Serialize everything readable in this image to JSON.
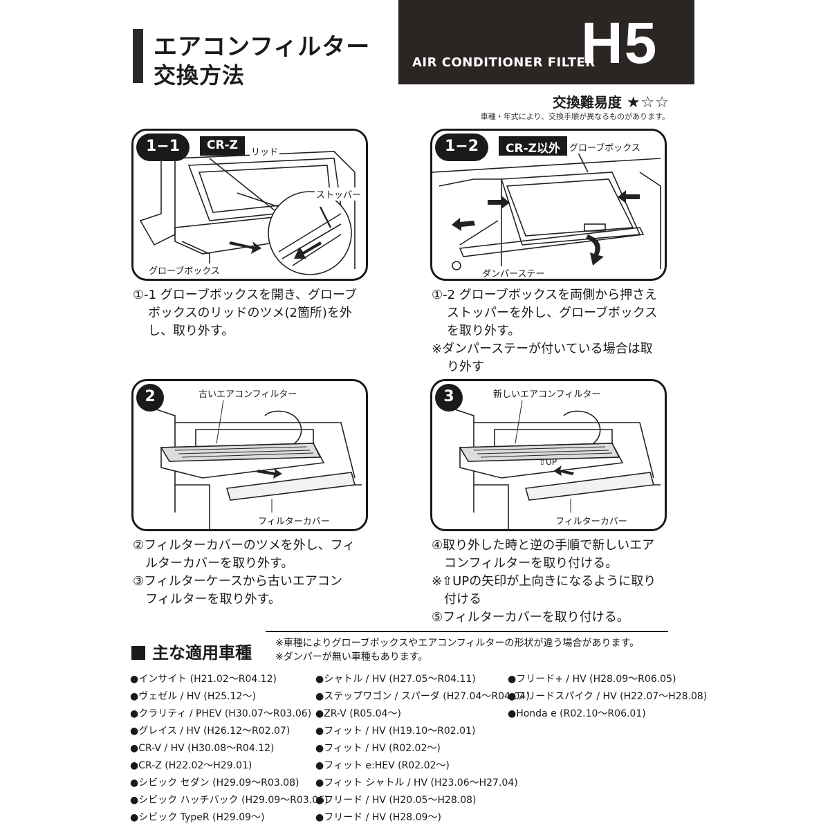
{
  "header": {
    "title_line1": "エアコンフィルター",
    "title_line2": "交換方法",
    "subtitle": "AIR CONDITIONER FILTER",
    "code": "H5",
    "difficulty_label": "交換難易度",
    "difficulty_stars": "★☆☆",
    "note": "車種・年式により、交換手順が異なるものがあります。"
  },
  "steps": {
    "s11": {
      "badge": "1−1",
      "tag": "CR-Z",
      "labels": [
        "リッド",
        "ストッパー",
        "グローブボックス"
      ],
      "text": [
        "①-1 グローブボックスを開き、グローブ",
        "ボックスのリッドのツメ(2箇所)を外",
        "し、取り外す。"
      ]
    },
    "s12": {
      "badge": "1−2",
      "tag": "CR-Z以外",
      "labels": [
        "グローブボックス",
        "ダンパーステー"
      ],
      "text": [
        "①-2 グローブボックスを両側から押さえ",
        "ストッパーを外し、グローブボックス",
        "を取り外す。",
        "※ダンパーステーが付いている場合は取",
        "り外す"
      ]
    },
    "s2": {
      "badge": "2",
      "labels": [
        "古いエアコンフィルター",
        "フィルターカバー"
      ],
      "text": [
        "②フィルターカバーのツメを外し、フィ",
        "ルターカバーを取り外す。",
        "③フィルターケースから古いエアコン",
        "フィルターを取り外す。"
      ]
    },
    "s3": {
      "badge": "3",
      "labels": [
        "新しいエアコンフィルター",
        "⇧UP",
        "フィルターカバー"
      ],
      "text": [
        "④取り外した時と逆の手順で新しいエア",
        "コンフィルターを取り付ける。",
        "※⇧UPの矢印が上向きになるように取り",
        "付ける",
        "⑤フィルターカバーを取り付ける。"
      ]
    }
  },
  "vehicles": {
    "heading": "主な適用車種",
    "notes": [
      "※車種によりグローブボックスやエアコンフィルターの形状が違う場合があります。",
      "※ダンパーが無い車種もあります。"
    ],
    "col1": [
      "●インサイト (H21.02〜R04.12)",
      "●ヴェゼル / HV (H25.12〜)",
      "●クラリティ / PHEV (H30.07〜R03.06)",
      "●グレイス / HV (H26.12〜R02.07)",
      "●CR-V / HV (H30.08〜R04.12)",
      "●CR-Z (H22.02〜H29.01)",
      "●シビック セダン (H29.09〜R03.08)",
      "●シビック ハッチバック (H29.09〜R03.06)",
      "●シビック TypeR (H29.09〜)"
    ],
    "col2": [
      "●シャトル / HV (H27.05〜R04.11)",
      "●ステップワゴン / スパーダ (H27.04〜R04.04)",
      "●ZR-V (R05.04〜)",
      "●フィット / HV (H19.10〜R02.01)",
      "●フィット / HV (R02.02〜)",
      "●フィット e:HEV (R02.02〜)",
      "●フィット シャトル / HV (H23.06〜H27.04)",
      "●フリード / HV (H20.05〜H28.08)",
      "●フリード / HV (H28.09〜)"
    ],
    "col3": [
      "●フリード+ / HV (H28.09〜R06.05)",
      "●フリードスパイク / HV (H22.07〜H28.08)",
      "●Honda e (R02.10〜R06.01)"
    ]
  }
}
